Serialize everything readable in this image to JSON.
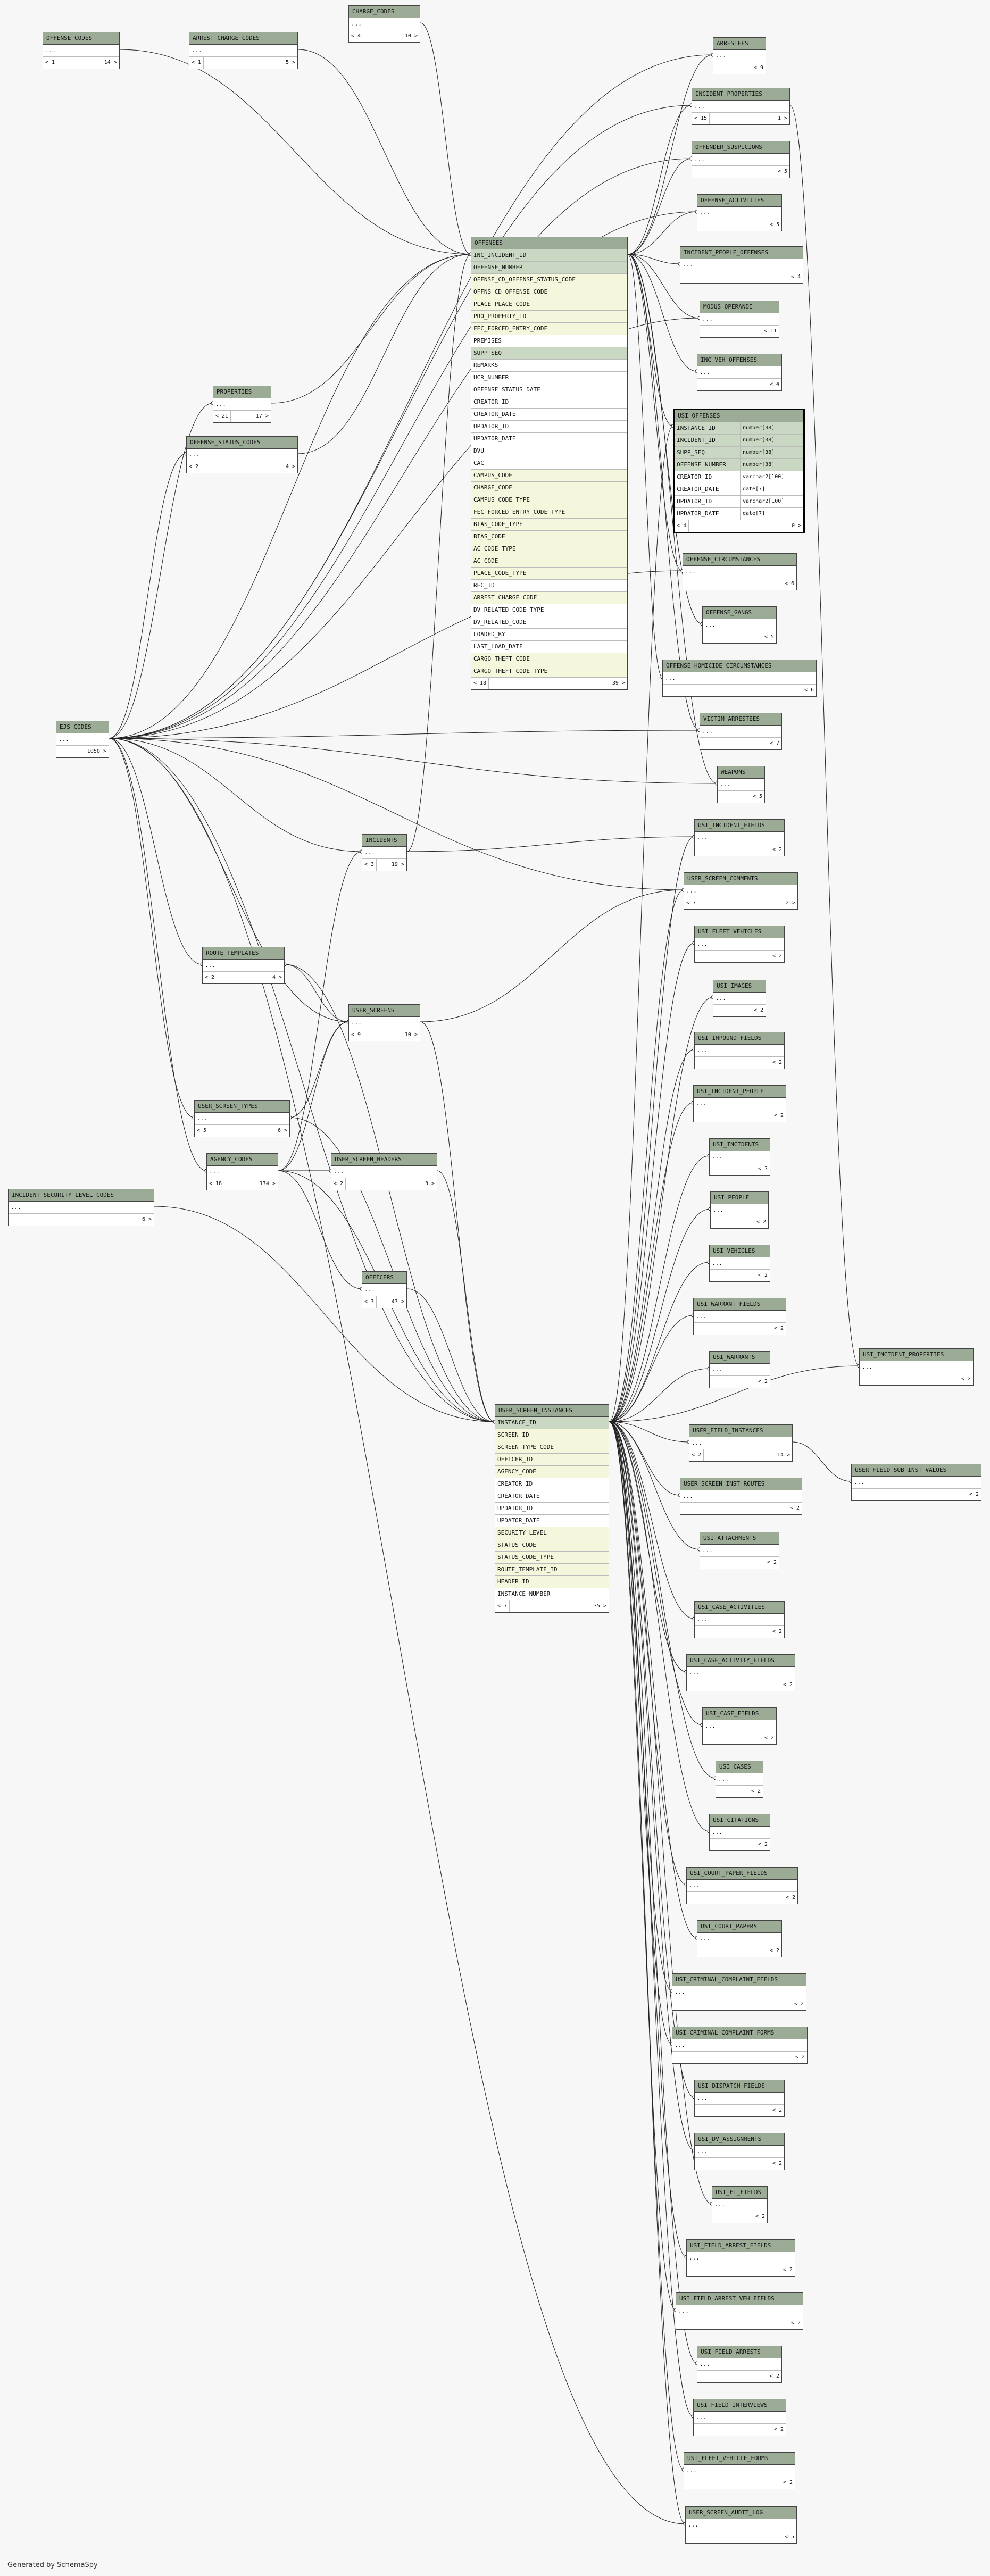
{
  "tables": [
    {
      "name": "OFFENSE_CODES",
      "rows": [
        {
          "n": "..."
        }
      ],
      "footer": [
        "< 1",
        "14 >"
      ]
    },
    {
      "name": "ARREST_CHARGE_CODES",
      "rows": [
        {
          "n": "..."
        }
      ],
      "footer": [
        "< 1",
        "5 >"
      ]
    },
    {
      "name": "CHARGE_CODES",
      "rows": [
        {
          "n": "..."
        }
      ],
      "footer": [
        "< 4",
        "10 >"
      ]
    },
    {
      "name": "ARRESTEES",
      "rows": [
        {
          "n": "..."
        }
      ],
      "footer": [
        "< 9"
      ]
    },
    {
      "name": "INCIDENT_PROPERTIES",
      "rows": [
        {
          "n": "..."
        }
      ],
      "footer": [
        "< 15",
        "1 >"
      ]
    },
    {
      "name": "OFFENDER_SUSPICIONS",
      "rows": [
        {
          "n": "..."
        }
      ],
      "footer": [
        "< 5"
      ]
    },
    {
      "name": "OFFENSE_ACTIVITIES",
      "rows": [
        {
          "n": "..."
        }
      ],
      "footer": [
        "< 5"
      ]
    },
    {
      "name": "INCIDENT_PEOPLE_OFFENSES",
      "rows": [
        {
          "n": "..."
        }
      ],
      "footer": [
        "< 4"
      ]
    },
    {
      "name": "MODUS_OPERANDI",
      "rows": [
        {
          "n": "..."
        }
      ],
      "footer": [
        "< 11"
      ]
    },
    {
      "name": "INC_VEH_OFFENSES",
      "rows": [
        {
          "n": "..."
        }
      ],
      "footer": [
        "< 4"
      ]
    },
    {
      "name": "OFFENSES",
      "rows": [
        {
          "n": "INC_INCIDENT_ID",
          "k": "pk"
        },
        {
          "n": "OFFENSE_NUMBER",
          "k": "pk"
        },
        {
          "n": "OFFNSE_CD_OFFENSE_STATUS_CODE",
          "k": "fk"
        },
        {
          "n": "OFFNS_CD_OFFENSE_CODE",
          "k": "fk"
        },
        {
          "n": "PLACE_PLACE_CODE",
          "k": "fk"
        },
        {
          "n": "PRO_PROPERTY_ID",
          "k": "fk"
        },
        {
          "n": "FEC_FORCED_ENTRY_CODE",
          "k": "fk"
        },
        {
          "n": "PREMISES"
        },
        {
          "n": "SUPP_SEQ",
          "k": "pk"
        },
        {
          "n": "REMARKS"
        },
        {
          "n": "UCR_NUMBER"
        },
        {
          "n": "OFFENSE_STATUS_DATE"
        },
        {
          "n": "CREATOR_ID"
        },
        {
          "n": "CREATOR_DATE"
        },
        {
          "n": "UPDATOR_ID"
        },
        {
          "n": "UPDATOR_DATE"
        },
        {
          "n": "DVU"
        },
        {
          "n": "CAC"
        },
        {
          "n": "CAMPUS_CODE",
          "k": "fk"
        },
        {
          "n": "CHARGE_CODE",
          "k": "fk"
        },
        {
          "n": "CAMPUS_CODE_TYPE",
          "k": "fk"
        },
        {
          "n": "FEC_FORCED_ENTRY_CODE_TYPE",
          "k": "fk"
        },
        {
          "n": "BIAS_CODE_TYPE",
          "k": "fk"
        },
        {
          "n": "BIAS_CODE",
          "k": "fk"
        },
        {
          "n": "AC_CODE_TYPE",
          "k": "fk"
        },
        {
          "n": "AC_CODE",
          "k": "fk"
        },
        {
          "n": "PLACE_CODE_TYPE",
          "k": "fk"
        },
        {
          "n": "REC_ID"
        },
        {
          "n": "ARREST_CHARGE_CODE",
          "k": "fk"
        },
        {
          "n": "DV_RELATED_CODE_TYPE"
        },
        {
          "n": "DV_RELATED_CODE"
        },
        {
          "n": "LOADED_BY"
        },
        {
          "n": "LAST_LOAD_DATE"
        },
        {
          "n": "CARGO_THEFT_CODE",
          "k": "fk"
        },
        {
          "n": "CARGO_THEFT_CODE_TYPE",
          "k": "fk"
        }
      ],
      "footer": [
        "< 18",
        "39 >"
      ]
    },
    {
      "name": "USI_OFFENSES",
      "rows": [
        {
          "n": "INSTANCE_ID",
          "t": "number[38]",
          "k": "pk"
        },
        {
          "n": "INCIDENT_ID",
          "t": "number[38]",
          "k": "pk"
        },
        {
          "n": "SUPP_SEQ",
          "t": "number[38]",
          "k": "pk"
        },
        {
          "n": "OFFENSE_NUMBER",
          "t": "number[38]",
          "k": "pk"
        },
        {
          "n": "CREATOR_ID",
          "t": "varchar2[100]"
        },
        {
          "n": "CREATOR_DATE",
          "t": "date[7]"
        },
        {
          "n": "UPDATOR_ID",
          "t": "varchar2[100]"
        },
        {
          "n": "UPDATOR_DATE",
          "t": "date[7]"
        }
      ],
      "footer": [
        "< 4",
        "0 >"
      ]
    },
    {
      "name": "PROPERTIES",
      "rows": [
        {
          "n": "..."
        }
      ],
      "footer": [
        "< 21",
        "17 >"
      ]
    },
    {
      "name": "OFFENSE_STATUS_CODES",
      "rows": [
        {
          "n": "..."
        }
      ],
      "footer": [
        "< 2",
        "4 >"
      ]
    },
    {
      "name": "OFFENSE_CIRCUMSTANCES",
      "rows": [
        {
          "n": "..."
        }
      ],
      "footer": [
        "< 6"
      ]
    },
    {
      "name": "OFFENSE_GANGS",
      "rows": [
        {
          "n": "..."
        }
      ],
      "footer": [
        "< 5"
      ]
    },
    {
      "name": "OFFENSE_HOMICIDE_CIRCUMSTANCES",
      "rows": [
        {
          "n": "..."
        }
      ],
      "footer": [
        "< 6"
      ]
    },
    {
      "name": "VICTIM_ARRESTEES",
      "rows": [
        {
          "n": "..."
        }
      ],
      "footer": [
        "< 7"
      ]
    },
    {
      "name": "WEAPONS",
      "rows": [
        {
          "n": "..."
        }
      ],
      "footer": [
        "< 5"
      ]
    },
    {
      "name": "EJS_CODES",
      "rows": [
        {
          "n": "..."
        }
      ],
      "footer": [
        "1050 >"
      ]
    },
    {
      "name": "INCIDENTS",
      "rows": [
        {
          "n": "..."
        }
      ],
      "footer": [
        "< 3",
        "19 >"
      ]
    },
    {
      "name": "USI_INCIDENT_FIELDS",
      "rows": [
        {
          "n": "..."
        }
      ],
      "footer": [
        "< 2"
      ]
    },
    {
      "name": "USER_SCREEN_COMMENTS",
      "rows": [
        {
          "n": "..."
        }
      ],
      "footer": [
        "< 7",
        "2 >"
      ]
    },
    {
      "name": "USI_FLEET_VEHICLES",
      "rows": [
        {
          "n": "..."
        }
      ],
      "footer": [
        "< 2"
      ]
    },
    {
      "name": "ROUTE_TEMPLATES",
      "rows": [
        {
          "n": "..."
        }
      ],
      "footer": [
        "< 2",
        "4 >"
      ]
    },
    {
      "name": "USI_IMAGES",
      "rows": [
        {
          "n": "..."
        }
      ],
      "footer": [
        "< 2"
      ]
    },
    {
      "name": "USER_SCREENS",
      "rows": [
        {
          "n": "..."
        }
      ],
      "footer": [
        "< 9",
        "10 >"
      ]
    },
    {
      "name": "USI_IMPOUND_FIELDS",
      "rows": [
        {
          "n": "..."
        }
      ],
      "footer": [
        "< 2"
      ]
    },
    {
      "name": "USI_INCIDENT_PEOPLE",
      "rows": [
        {
          "n": "..."
        }
      ],
      "footer": [
        "< 2"
      ]
    },
    {
      "name": "USER_SCREEN_TYPES",
      "rows": [
        {
          "n": "..."
        }
      ],
      "footer": [
        "< 5",
        "6 >"
      ]
    },
    {
      "name": "AGENCY_CODES",
      "rows": [
        {
          "n": "..."
        }
      ],
      "footer": [
        "< 18",
        "174 >"
      ]
    },
    {
      "name": "USER_SCREEN_HEADERS",
      "rows": [
        {
          "n": "..."
        }
      ],
      "footer": [
        "< 2",
        "3 >"
      ]
    },
    {
      "name": "USI_INCIDENTS",
      "rows": [
        {
          "n": "..."
        }
      ],
      "footer": [
        "< 3"
      ]
    },
    {
      "name": "INCIDENT_SECURITY_LEVEL_CODES",
      "rows": [
        {
          "n": "..."
        }
      ],
      "footer": [
        "6 >"
      ]
    },
    {
      "name": "USI_PEOPLE",
      "rows": [
        {
          "n": "..."
        }
      ],
      "footer": [
        "< 2"
      ]
    },
    {
      "name": "USI_VEHICLES",
      "rows": [
        {
          "n": "..."
        }
      ],
      "footer": [
        "< 2"
      ]
    },
    {
      "name": "OFFICERS",
      "rows": [
        {
          "n": "..."
        }
      ],
      "footer": [
        "< 3",
        "43 >"
      ]
    },
    {
      "name": "USI_WARRANT_FIELDS",
      "rows": [
        {
          "n": "..."
        }
      ],
      "footer": [
        "< 2"
      ]
    },
    {
      "name": "USI_WARRANTS",
      "rows": [
        {
          "n": "..."
        }
      ],
      "footer": [
        "< 2"
      ]
    },
    {
      "name": "USI_INCIDENT_PROPERTIES",
      "rows": [
        {
          "n": "..."
        }
      ],
      "footer": [
        "< 2"
      ]
    },
    {
      "name": "USER_SCREEN_INSTANCES",
      "rows": [
        {
          "n": "INSTANCE_ID",
          "k": "pk"
        },
        {
          "n": "SCREEN_ID",
          "k": "fk"
        },
        {
          "n": "SCREEN_TYPE_CODE",
          "k": "fk"
        },
        {
          "n": "OFFICER_ID",
          "k": "fk"
        },
        {
          "n": "AGENCY_CODE",
          "k": "fk"
        },
        {
          "n": "CREATOR_ID"
        },
        {
          "n": "CREATOR_DATE"
        },
        {
          "n": "UPDATOR_ID"
        },
        {
          "n": "UPDATOR_DATE"
        },
        {
          "n": "SECURITY_LEVEL",
          "k": "fk"
        },
        {
          "n": "STATUS_CODE",
          "k": "fk"
        },
        {
          "n": "STATUS_CODE_TYPE",
          "k": "fk"
        },
        {
          "n": "ROUTE_TEMPLATE_ID",
          "k": "fk"
        },
        {
          "n": "HEADER_ID",
          "k": "fk"
        },
        {
          "n": "INSTANCE_NUMBER"
        }
      ],
      "footer": [
        "< 7",
        "35 >"
      ]
    },
    {
      "name": "USER_FIELD_INSTANCES",
      "rows": [
        {
          "n": "..."
        }
      ],
      "footer": [
        "< 2",
        "14 >"
      ]
    },
    {
      "name": "USER_FIELD_SUB_INST_VALUES",
      "rows": [
        {
          "n": "..."
        }
      ],
      "footer": [
        "< 2"
      ]
    },
    {
      "name": "USER_SCREEN_INST_ROUTES",
      "rows": [
        {
          "n": "..."
        }
      ],
      "footer": [
        "< 2"
      ]
    },
    {
      "name": "USI_ATTACHMENTS",
      "rows": [
        {
          "n": "..."
        }
      ],
      "footer": [
        "< 2"
      ]
    },
    {
      "name": "USI_CASE_ACTIVITIES",
      "rows": [
        {
          "n": "..."
        }
      ],
      "footer": [
        "< 2"
      ]
    },
    {
      "name": "USI_CASE_ACTIVITY_FIELDS",
      "rows": [
        {
          "n": "..."
        }
      ],
      "footer": [
        "< 2"
      ]
    },
    {
      "name": "USI_CASE_FIELDS",
      "rows": [
        {
          "n": "..."
        }
      ],
      "footer": [
        "< 2"
      ]
    },
    {
      "name": "USI_CASES",
      "rows": [
        {
          "n": "..."
        }
      ],
      "footer": [
        "< 2"
      ]
    },
    {
      "name": "USI_CITATIONS",
      "rows": [
        {
          "n": "..."
        }
      ],
      "footer": [
        "< 2"
      ]
    },
    {
      "name": "USI_COURT_PAPER_FIELDS",
      "rows": [
        {
          "n": "..."
        }
      ],
      "footer": [
        "< 2"
      ]
    },
    {
      "name": "USI_COURT_PAPERS",
      "rows": [
        {
          "n": "..."
        }
      ],
      "footer": [
        "< 2"
      ]
    },
    {
      "name": "USI_CRIMINAL_COMPLAINT_FIELDS",
      "rows": [
        {
          "n": "..."
        }
      ],
      "footer": [
        "< 2"
      ]
    },
    {
      "name": "USI_CRIMINAL_COMPLAINT_FORMS",
      "rows": [
        {
          "n": "..."
        }
      ],
      "footer": [
        "< 2"
      ]
    },
    {
      "name": "USI_DISPATCH_FIELDS",
      "rows": [
        {
          "n": "..."
        }
      ],
      "footer": [
        "< 2"
      ]
    },
    {
      "name": "USI_DV_ASSIGNMENTS",
      "rows": [
        {
          "n": "..."
        }
      ],
      "footer": [
        "< 2"
      ]
    },
    {
      "name": "USI_FI_FIELDS",
      "rows": [
        {
          "n": "..."
        }
      ],
      "footer": [
        "< 2"
      ]
    },
    {
      "name": "USI_FIELD_ARREST_FIELDS",
      "rows": [
        {
          "n": "..."
        }
      ],
      "footer": [
        "< 2"
      ]
    },
    {
      "name": "USI_FIELD_ARREST_VEH_FIELDS",
      "rows": [
        {
          "n": "..."
        }
      ],
      "footer": [
        "< 2"
      ]
    },
    {
      "name": "USI_FIELD_ARRESTS",
      "rows": [
        {
          "n": "..."
        }
      ],
      "footer": [
        "< 2"
      ]
    },
    {
      "name": "USI_FIELD_INTERVIEWS",
      "rows": [
        {
          "n": "..."
        }
      ],
      "footer": [
        "< 2"
      ]
    },
    {
      "name": "USI_FLEET_VEHICLE_FORMS",
      "rows": [
        {
          "n": "..."
        }
      ],
      "footer": [
        "< 2"
      ]
    },
    {
      "name": "USER_SCREEN_AUDIT_LOG",
      "rows": [
        {
          "n": "..."
        }
      ],
      "footer": [
        "< 5"
      ]
    }
  ],
  "relationships": [
    [
      "OFFENSES",
      "OFFENSE_CODES"
    ],
    [
      "OFFENSES",
      "ARREST_CHARGE_CODES"
    ],
    [
      "OFFENSES",
      "CHARGE_CODES"
    ],
    [
      "OFFENSES",
      "PROPERTIES"
    ],
    [
      "OFFENSES",
      "OFFENSE_STATUS_CODES"
    ],
    [
      "OFFENSES",
      "EJS_CODES"
    ],
    [
      "OFFENSES",
      "INCIDENTS"
    ],
    [
      "ARRESTEES",
      "OFFENSES"
    ],
    [
      "INCIDENT_PROPERTIES",
      "OFFENSES"
    ],
    [
      "OFFENDER_SUSPICIONS",
      "OFFENSES"
    ],
    [
      "OFFENSE_ACTIVITIES",
      "OFFENSES"
    ],
    [
      "INCIDENT_PEOPLE_OFFENSES",
      "OFFENSES"
    ],
    [
      "MODUS_OPERANDI",
      "OFFENSES"
    ],
    [
      "INC_VEH_OFFENSES",
      "OFFENSES"
    ],
    [
      "USI_OFFENSES",
      "OFFENSES"
    ],
    [
      "OFFENSE_CIRCUMSTANCES",
      "OFFENSES"
    ],
    [
      "OFFENSE_GANGS",
      "OFFENSES"
    ],
    [
      "OFFENSE_HOMICIDE_CIRCUMSTANCES",
      "OFFENSES"
    ],
    [
      "VICTIM_ARRESTEES",
      "OFFENSES"
    ],
    [
      "WEAPONS",
      "OFFENSES"
    ],
    [
      "USI_OFFENSES",
      "USER_SCREEN_INSTANCES"
    ],
    [
      "ARRESTEES",
      "EJS_CODES"
    ],
    [
      "INCIDENT_PROPERTIES",
      "EJS_CODES"
    ],
    [
      "OFFENDER_SUSPICIONS",
      "EJS_CODES"
    ],
    [
      "OFFENSE_ACTIVITIES",
      "EJS_CODES"
    ],
    [
      "MODUS_OPERANDI",
      "EJS_CODES"
    ],
    [
      "OFFENSE_CIRCUMSTANCES",
      "EJS_CODES"
    ],
    [
      "WEAPONS",
      "EJS_CODES"
    ],
    [
      "VICTIM_ARRESTEES",
      "EJS_CODES"
    ],
    [
      "USER_SCREEN_COMMENTS",
      "EJS_CODES"
    ],
    [
      "INCIDENTS",
      "EJS_CODES"
    ],
    [
      "USER_SCREENS",
      "EJS_CODES"
    ],
    [
      "ROUTE_TEMPLATES",
      "EJS_CODES"
    ],
    [
      "USER_SCREEN_TYPES",
      "EJS_CODES"
    ],
    [
      "AGENCY_CODES",
      "EJS_CODES"
    ],
    [
      "PROPERTIES",
      "EJS_CODES"
    ],
    [
      "OFFENSE_STATUS_CODES",
      "EJS_CODES"
    ],
    [
      "USER_SCREEN_INSTANCES",
      "EJS_CODES"
    ],
    [
      "USER_SCREEN_INSTANCES",
      "USER_SCREENS"
    ],
    [
      "USER_SCREEN_INSTANCES",
      "USER_SCREEN_TYPES"
    ],
    [
      "USER_SCREEN_INSTANCES",
      "AGENCY_CODES"
    ],
    [
      "USER_SCREEN_INSTANCES",
      "OFFICERS"
    ],
    [
      "USER_SCREEN_INSTANCES",
      "USER_SCREEN_HEADERS"
    ],
    [
      "USER_SCREEN_INSTANCES",
      "ROUTE_TEMPLATES"
    ],
    [
      "USER_SCREEN_INSTANCES",
      "INCIDENT_SECURITY_LEVEL_CODES"
    ],
    [
      "USER_SCREENS",
      "AGENCY_CODES"
    ],
    [
      "USER_SCREEN_HEADERS",
      "AGENCY_CODES"
    ],
    [
      "OFFICERS",
      "AGENCY_CODES"
    ],
    [
      "ROUTE_TEMPLATES",
      "USER_SCREENS"
    ],
    [
      "USER_SCREEN_TYPES",
      "USER_SCREENS"
    ],
    [
      "INCIDENTS",
      "AGENCY_CODES"
    ],
    [
      "USI_INCIDENT_FIELDS",
      "INCIDENTS"
    ],
    [
      "USER_SCREEN_COMMENTS",
      "USER_SCREENS"
    ],
    [
      "USI_INCIDENT_FIELDS",
      "USER_SCREEN_INSTANCES"
    ],
    [
      "USER_SCREEN_COMMENTS",
      "USER_SCREEN_INSTANCES"
    ],
    [
      "USI_FLEET_VEHICLES",
      "USER_SCREEN_INSTANCES"
    ],
    [
      "USI_IMAGES",
      "USER_SCREEN_INSTANCES"
    ],
    [
      "USI_IMPOUND_FIELDS",
      "USER_SCREEN_INSTANCES"
    ],
    [
      "USI_INCIDENT_PEOPLE",
      "USER_SCREEN_INSTANCES"
    ],
    [
      "USI_INCIDENTS",
      "USER_SCREEN_INSTANCES"
    ],
    [
      "USI_PEOPLE",
      "USER_SCREEN_INSTANCES"
    ],
    [
      "USI_VEHICLES",
      "USER_SCREEN_INSTANCES"
    ],
    [
      "USI_WARRANT_FIELDS",
      "USER_SCREEN_INSTANCES"
    ],
    [
      "USI_WARRANTS",
      "USER_SCREEN_INSTANCES"
    ],
    [
      "USI_INCIDENT_PROPERTIES",
      "USER_SCREEN_INSTANCES"
    ],
    [
      "USI_INCIDENT_PROPERTIES",
      "INCIDENT_PROPERTIES"
    ],
    [
      "USER_FIELD_INSTANCES",
      "USER_SCREEN_INSTANCES"
    ],
    [
      "USER_FIELD_SUB_INST_VALUES",
      "USER_FIELD_INSTANCES"
    ],
    [
      "USER_SCREEN_INST_ROUTES",
      "USER_SCREEN_INSTANCES"
    ],
    [
      "USI_ATTACHMENTS",
      "USER_SCREEN_INSTANCES"
    ],
    [
      "USI_CASE_ACTIVITIES",
      "USER_SCREEN_INSTANCES"
    ],
    [
      "USI_CASE_ACTIVITY_FIELDS",
      "USER_SCREEN_INSTANCES"
    ],
    [
      "USI_CASE_FIELDS",
      "USER_SCREEN_INSTANCES"
    ],
    [
      "USI_CASES",
      "USER_SCREEN_INSTANCES"
    ],
    [
      "USI_CITATIONS",
      "USER_SCREEN_INSTANCES"
    ],
    [
      "USI_COURT_PAPER_FIELDS",
      "USER_SCREEN_INSTANCES"
    ],
    [
      "USI_COURT_PAPERS",
      "USER_SCREEN_INSTANCES"
    ],
    [
      "USI_CRIMINAL_COMPLAINT_FIELDS",
      "USER_SCREEN_INSTANCES"
    ],
    [
      "USI_CRIMINAL_COMPLAINT_FORMS",
      "USER_SCREEN_INSTANCES"
    ],
    [
      "USI_DISPATCH_FIELDS",
      "USER_SCREEN_INSTANCES"
    ],
    [
      "USI_DV_ASSIGNMENTS",
      "USER_SCREEN_INSTANCES"
    ],
    [
      "USI_FI_FIELDS",
      "USER_SCREEN_INSTANCES"
    ],
    [
      "USI_FIELD_ARREST_FIELDS",
      "USER_SCREEN_INSTANCES"
    ],
    [
      "USI_FIELD_ARREST_VEH_FIELDS",
      "USER_SCREEN_INSTANCES"
    ],
    [
      "USI_FIELD_ARRESTS",
      "USER_SCREEN_INSTANCES"
    ],
    [
      "USI_FIELD_INTERVIEWS",
      "USER_SCREEN_INSTANCES"
    ],
    [
      "USI_FLEET_VEHICLE_FORMS",
      "USER_SCREEN_INSTANCES"
    ],
    [
      "USER_SCREEN_AUDIT_LOG",
      "USER_SCREEN_INSTANCES"
    ],
    [
      "USER_SCREEN_AUDIT_LOG",
      "EJS_CODES"
    ]
  ],
  "focus_table": "USI_OFFENSES",
  "credit": "Generated by SchemaSpy"
}
